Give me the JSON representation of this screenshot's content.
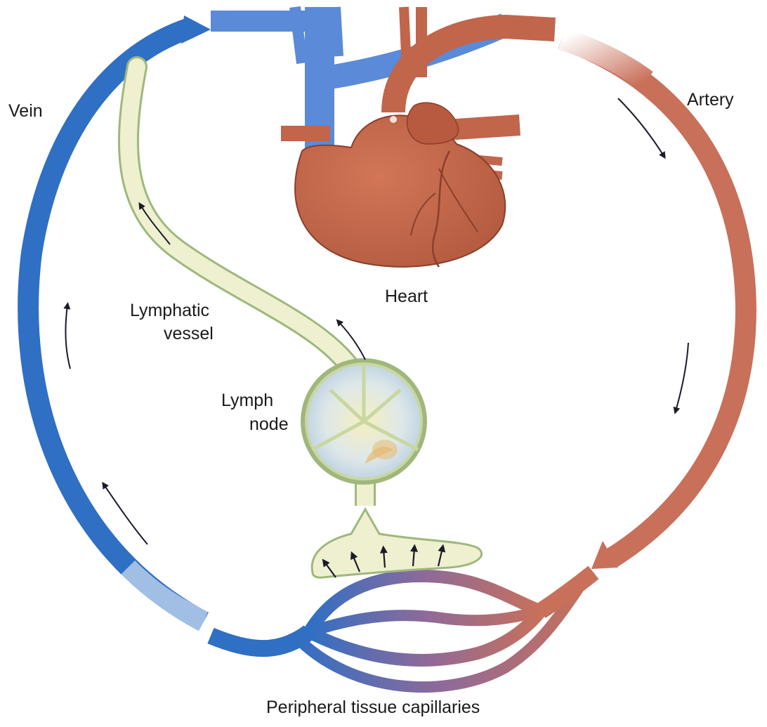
{
  "labels": {
    "vein": "Vein",
    "artery": "Artery",
    "heart": "Heart",
    "lymphatic_vessel_line1": "Lymphatic",
    "lymphatic_vessel_line2": "vessel",
    "lymph_node_line1": "Lymph",
    "lymph_node_line2": "node",
    "capillaries": "Peripheral tissue capillaries"
  },
  "colors": {
    "vein": "#2f6fc4",
    "artery": "#c8705a",
    "heart": "#c1654b",
    "lymph": "#eef0cf",
    "lymph_outline": "#9fb77d"
  }
}
